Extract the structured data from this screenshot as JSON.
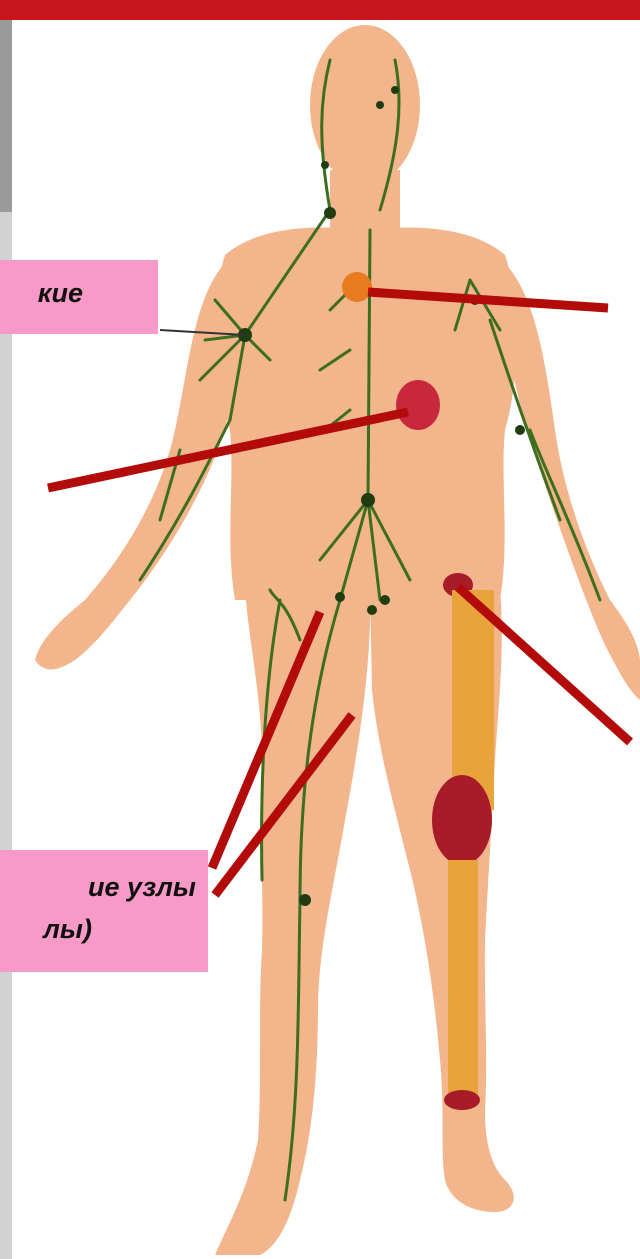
{
  "colors": {
    "top_bar": "#c8141c",
    "label_background": "#f79ac8",
    "skin": "#f2b58c",
    "lymph_vessel": "#3d6e1f",
    "pointer_line": "#b30a0a",
    "bone": "#e8a33a",
    "bone_marrow": "#a81c2a",
    "spleen": "#c8283c",
    "thymus": "#e87a20"
  },
  "labels": {
    "top_left": "кие",
    "bottom_left_line1": "ие узлы",
    "bottom_left_line2": "лы)"
  },
  "icons": {
    "figure": "human-lymphatic-system-illustration",
    "thymus": "thymus-organ",
    "spleen": "spleen-organ",
    "bone": "femur-tibia-bone-marrow"
  }
}
